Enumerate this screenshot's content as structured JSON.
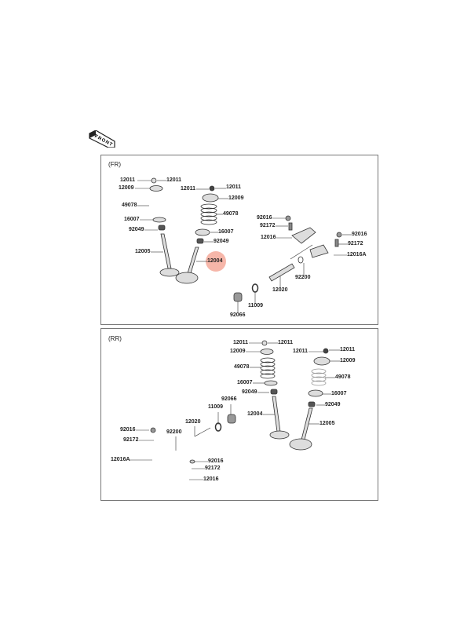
{
  "front_icon": {
    "label": "FRONT"
  },
  "panels": [
    {
      "title": "(FR)",
      "highlight_color": "#f4a99a",
      "highlighted_label": "12004",
      "labels": [
        "12011",
        "12011",
        "12009",
        "49078",
        "16007",
        "92049",
        "12005",
        "12011",
        "12011",
        "12009",
        "49078",
        "16007",
        "92049",
        "12004",
        "92016",
        "92172",
        "12016",
        "92016",
        "92172",
        "12016A",
        "92200",
        "12020",
        "11009",
        "92066"
      ]
    },
    {
      "title": "(RR)",
      "labels": [
        "12011",
        "12011",
        "12009",
        "12011",
        "12011",
        "12009",
        "49078",
        "49078",
        "16007",
        "16007",
        "92049",
        "92049",
        "92066",
        "11009",
        "12004",
        "12005",
        "12020",
        "92200",
        "92016",
        "92172",
        "12016A",
        "92016",
        "92172",
        "12016"
      ]
    }
  ]
}
